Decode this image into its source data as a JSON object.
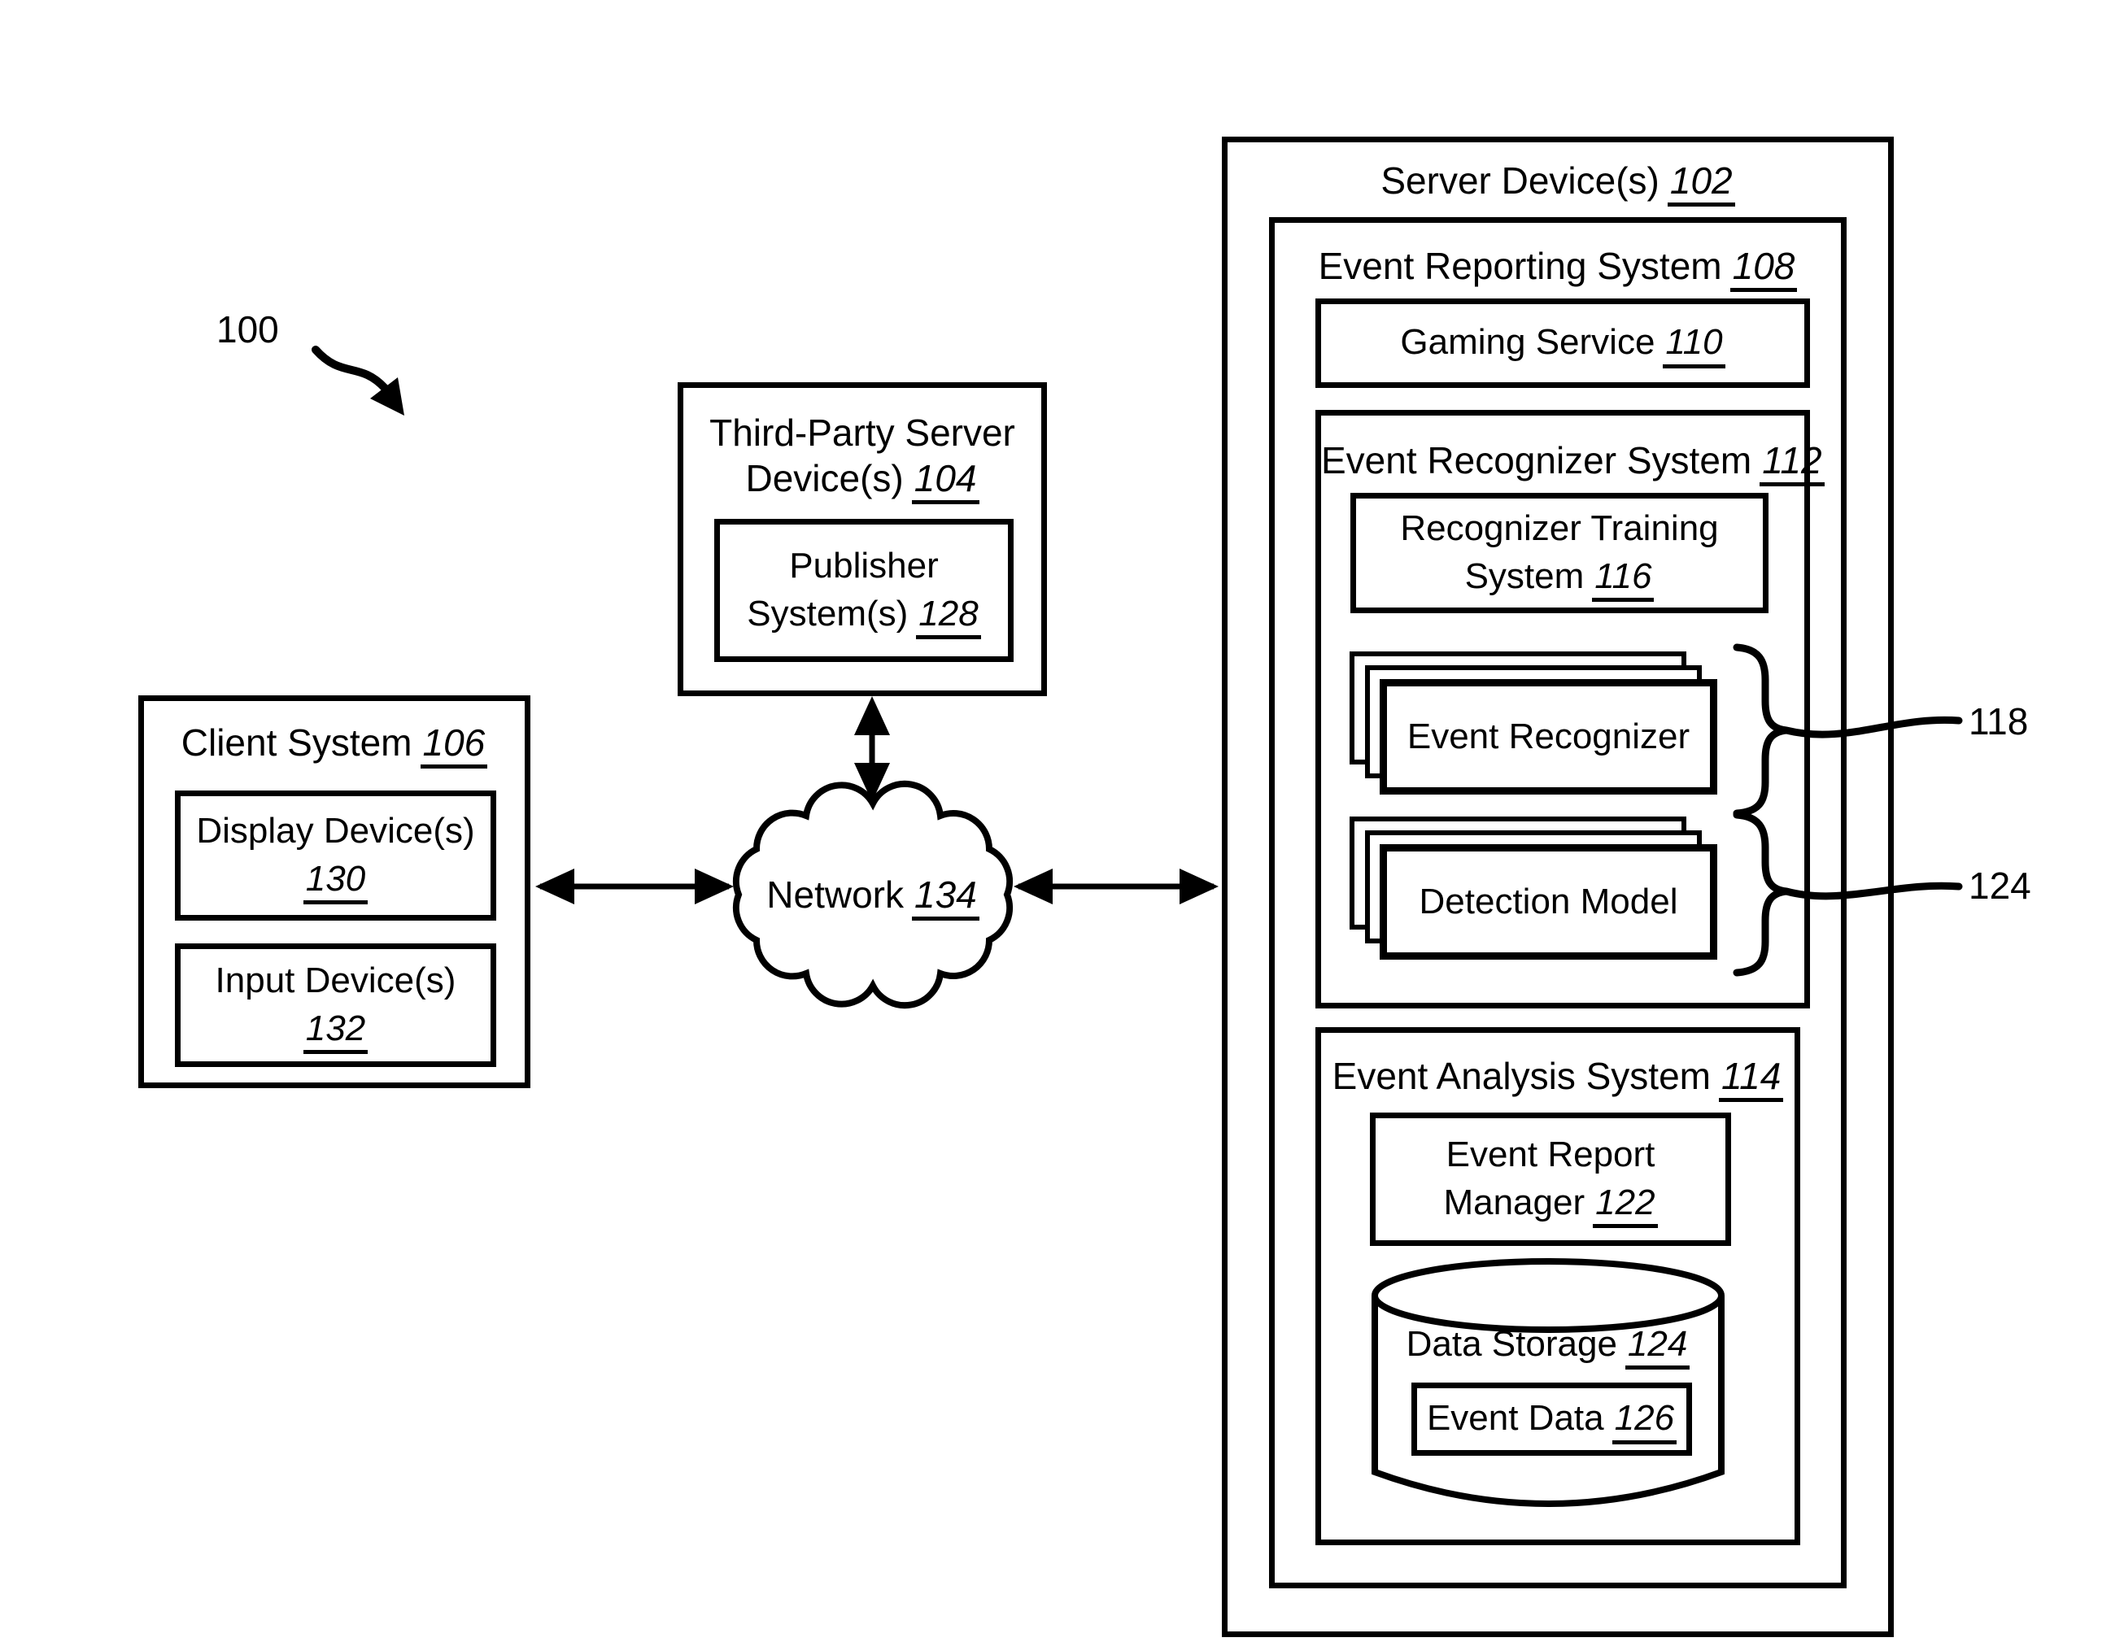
{
  "colors": {
    "ink": "#000000",
    "paper": "#ffffff"
  },
  "diagram": {
    "figure_ref": "100",
    "client": {
      "title": "Client System",
      "num": "106",
      "display_label": "Display Device(s)",
      "display_num": "130",
      "input_label": "Input Device(s)",
      "input_num": "132"
    },
    "third_party": {
      "title_line1": "Third-Party Server",
      "title_line2": "Device(s)",
      "num": "104",
      "publisher_line1": "Publisher",
      "publisher_line2": "System(s)",
      "publisher_num": "128"
    },
    "network": {
      "label": "Network",
      "num": "134"
    },
    "server": {
      "title": "Server Device(s)",
      "num": "102"
    },
    "reporting": {
      "title": "Event Reporting System",
      "num": "108"
    },
    "gaming": {
      "label": "Gaming Service",
      "num": "110"
    },
    "recognizer_system": {
      "title": "Event Recognizer System",
      "num": "112"
    },
    "training": {
      "line1": "Recognizer Training",
      "line2": "System",
      "num": "116"
    },
    "recognizer_stack": {
      "label": "Event Recognizer",
      "callout": "118"
    },
    "model_stack": {
      "label": "Detection Model",
      "callout": "124"
    },
    "analysis": {
      "title": "Event Analysis System",
      "num": "114"
    },
    "report_manager": {
      "line1": "Event Report",
      "line2": "Manager",
      "num": "122"
    },
    "storage": {
      "label": "Data Storage",
      "num": "124"
    },
    "event_data": {
      "label": "Event Data",
      "num": "126"
    }
  }
}
